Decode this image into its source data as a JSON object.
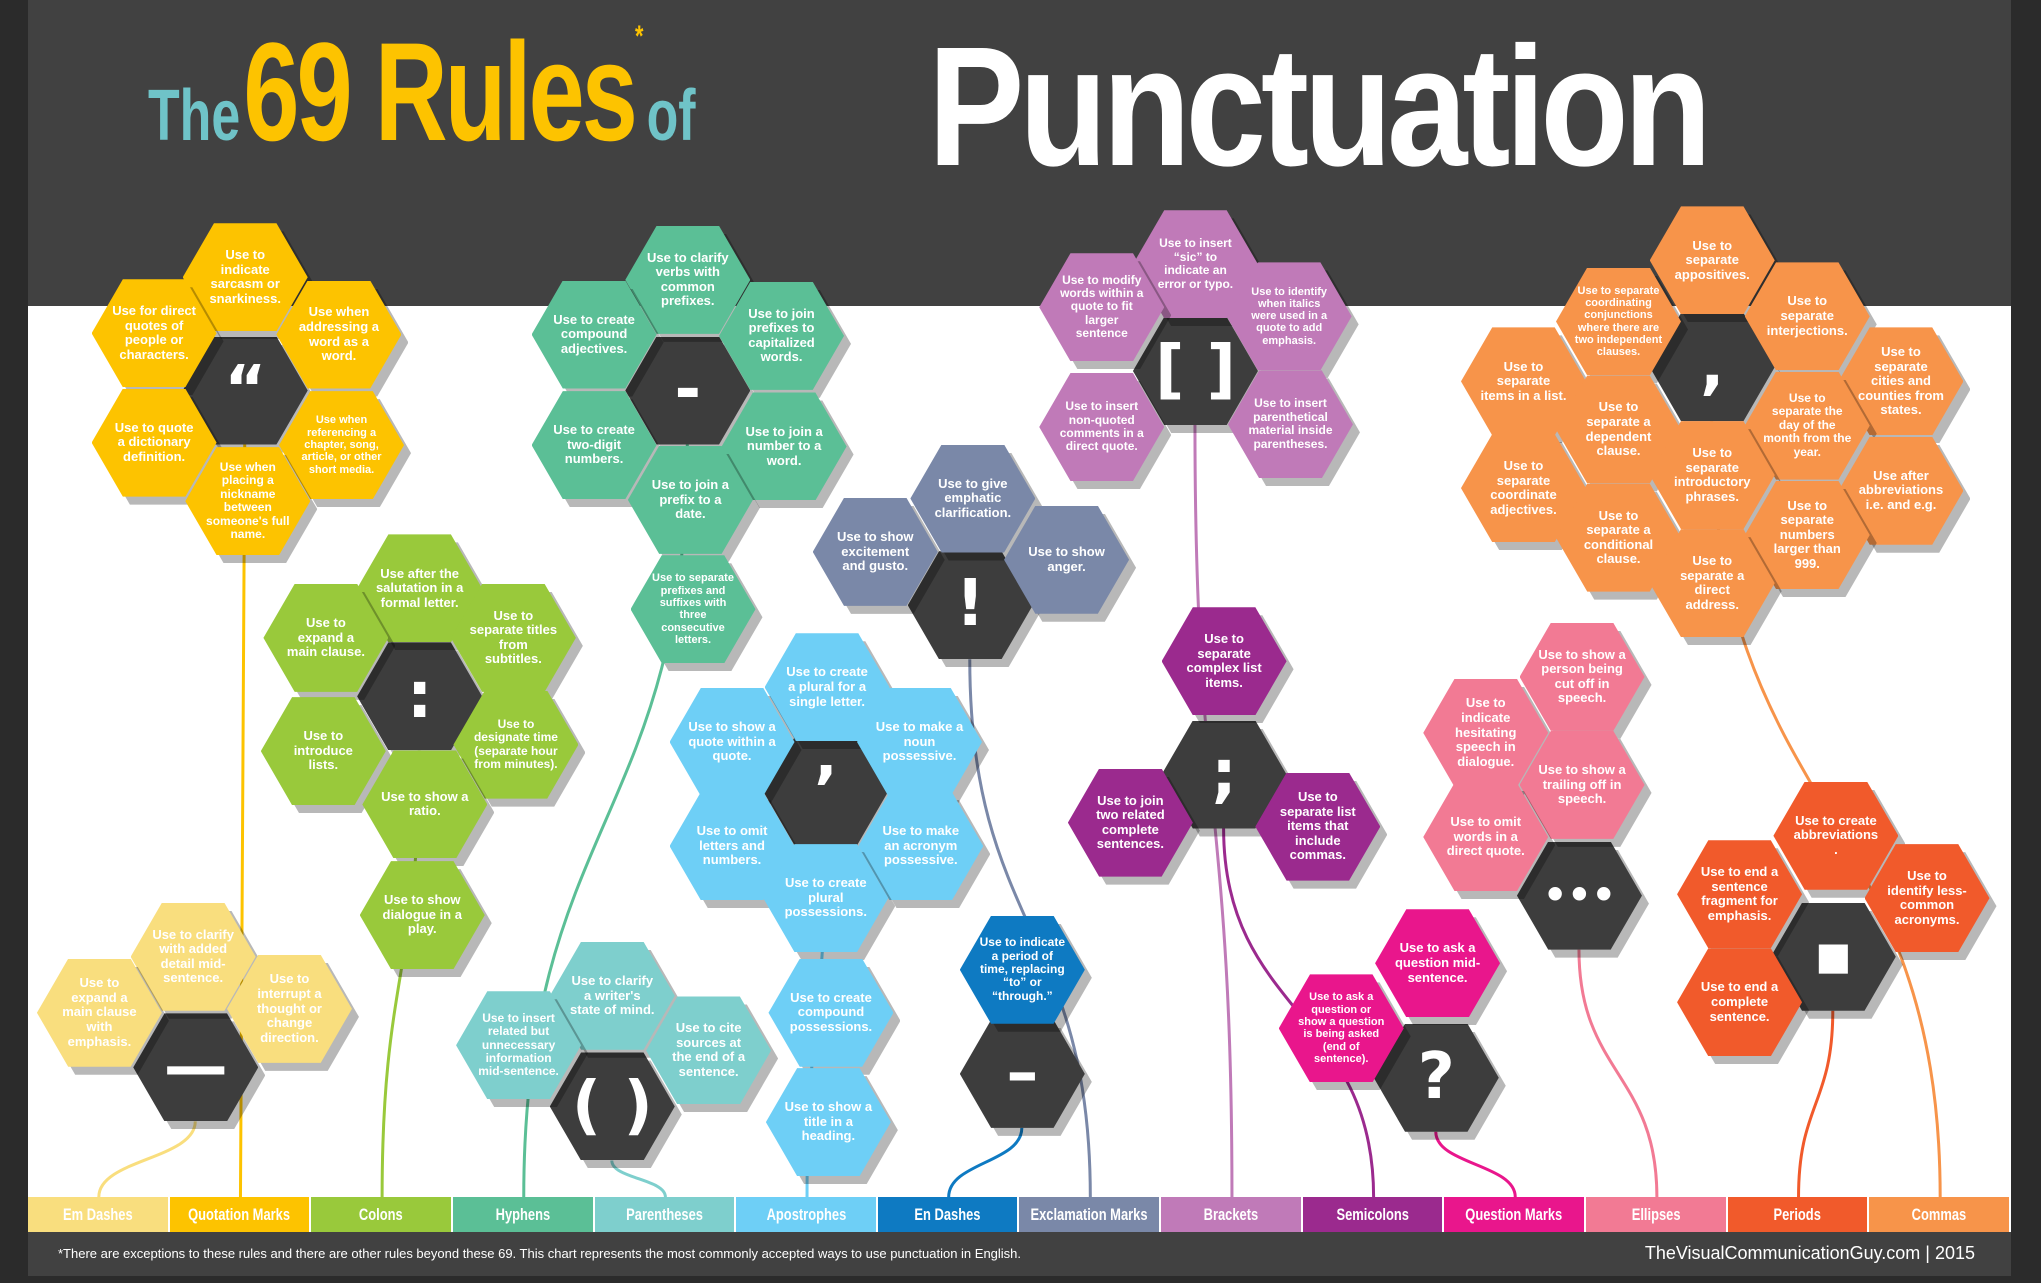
{
  "title": {
    "big": "Punctuation",
    "the": "The",
    "rules": "69 Rules",
    "asterisk": "*",
    "of": "of"
  },
  "clusters": [
    {
      "name": "em-dashes",
      "label": "Em Dashes",
      "color": "#f9de7e",
      "symbol": "—",
      "rules": [
        "Use to clarify with added detail mid-sentence.",
        "Use to expand a main clause with emphasis.",
        "Use to interrupt a thought or change direction."
      ]
    },
    {
      "name": "quotation-marks",
      "label": "Quotation Marks",
      "color": "#fdc300",
      "symbol": "“",
      "rules": [
        "Use to indicate sarcasm or snarkiness.",
        "Use for direct quotes of people or characters.",
        "Use when addressing a word as a word.",
        "Use to quote a dictionary definition.",
        "Use when referencing a chapter, song, article, or other short media.",
        "Use when placing a nickname between someone's full name."
      ]
    },
    {
      "name": "colons",
      "label": "Colons",
      "color": "#99c93b",
      "symbol": ":",
      "rules": [
        "Use after the salutation in a formal letter.",
        "Use to expand a main clause.",
        "Use to separate titles from subtitles.",
        "Use to introduce lists.",
        "Use to designate time (separate hour from minutes).",
        "Use to show a ratio.",
        "Use to show dialogue in a play."
      ]
    },
    {
      "name": "hyphens",
      "label": "Hyphens",
      "color": "#5bbf96",
      "symbol": "-",
      "rules": [
        "Use to clarify verbs with common prefixes.",
        "Use to create compound adjectives.",
        "Use to join prefixes to capitalized words.",
        "Use to create two-digit numbers.",
        "Use to join a number to a word.",
        "Use to join a prefix to a date.",
        "Use to separate prefixes and suffixes with three consecutive letters."
      ]
    },
    {
      "name": "parentheses",
      "label": "Parentheses",
      "color": "#7ecfcd",
      "symbol": "( )",
      "rules": [
        "Use to clarify a writer's state of mind.",
        "Use to insert related but unnecessary information mid-sentence.",
        "Use to cite sources at the end of a sentence."
      ]
    },
    {
      "name": "apostrophes",
      "label": "Apostrophes",
      "color": "#6ecff6",
      "symbol": "’",
      "rules": [
        "Use to create a plural for a single letter.",
        "Use to show a quote within a quote.",
        "Use to make a noun possessive.",
        "Use to omit letters and numbers.",
        "Use to make an acronym possessive.",
        "Use to create plural possessions.",
        "Use to create compound possessions.",
        "Use to show a title in a heading."
      ]
    },
    {
      "name": "en-dashes",
      "label": "En Dashes",
      "color": "#0e7ac2",
      "symbol": "–",
      "rules": [
        "Use to indicate a period of time, replacing “to” or “through.”"
      ]
    },
    {
      "name": "exclamation-marks",
      "label": "Exclamation Marks",
      "color": "#7a88a8",
      "symbol": "!",
      "rules": [
        "Use to give emphatic clarification.",
        "Use to show excitement and gusto.",
        "Use to show anger."
      ]
    },
    {
      "name": "brackets",
      "label": "Brackets",
      "color": "#c07ab8",
      "symbol": "[ ]",
      "rules": [
        "Use to insert “sic” to indicate an error or typo.",
        "Use to modify words within a quote to fit larger sentence",
        "Use to identify when italics were used in a quote to add emphasis.",
        "Use to insert non-quoted comments in a direct quote.",
        "Use to insert parenthetical material inside parentheses."
      ]
    },
    {
      "name": "semicolons",
      "label": "Semicolons",
      "color": "#9b2a8e",
      "symbol": ";",
      "rules": [
        "Use to separate complex list items.",
        "Use to join two related complete sentences.",
        "Use to separate list items that include commas."
      ]
    },
    {
      "name": "question-marks",
      "label": "Question Marks",
      "color": "#e9168c",
      "symbol": "?",
      "rules": [
        "Use to ask a question mid-sentence.",
        "Use to ask a question or show a question is being asked (end of sentence)."
      ]
    },
    {
      "name": "ellipses",
      "label": "Ellipses",
      "color": "#f27a94",
      "symbol": "•••",
      "rules": [
        "Use to show a person being cut off in speech.",
        "Use to indicate hesitating speech in dialogue.",
        "Use to show a trailing off in speech.",
        "Use to omit words in a direct quote."
      ]
    },
    {
      "name": "periods",
      "label": "Periods",
      "color": "#f15a2b",
      "symbol": "■",
      "rules": [
        "Use to create abbreviations.",
        "Use to end a sentence fragment for emphasis.",
        "Use to identify less-common acronyms.",
        "Use to end a complete sentence."
      ]
    },
    {
      "name": "commas",
      "label": "Commas",
      "color": "#f7944a",
      "symbol": ",",
      "rules": [
        "Use to separate appositives.",
        "Use to separate coordinating conjunctions where there are two independent clauses.",
        "Use to separate interjections.",
        "Use to separate items in a list.",
        "Use to separate cities and counties from states.",
        "Use to separate a dependent clause.",
        "Use to separate the day of the month from the year.",
        "Use to separate coordinate adjectives.",
        "Use to separate introductory phrases.",
        "Use after abbreviations i.e. and e.g.",
        "Use to separate a conditional clause.",
        "Use to separate numbers larger than 999.",
        "Use to separate a direct address."
      ]
    }
  ],
  "footer": {
    "note": "*There are exceptions to these rules and there are other rules beyond these 69. This chart represents the most commonly accepted ways to use punctuation in English.",
    "credit": "TheVisualCommunicationGuy.com | 2015"
  }
}
